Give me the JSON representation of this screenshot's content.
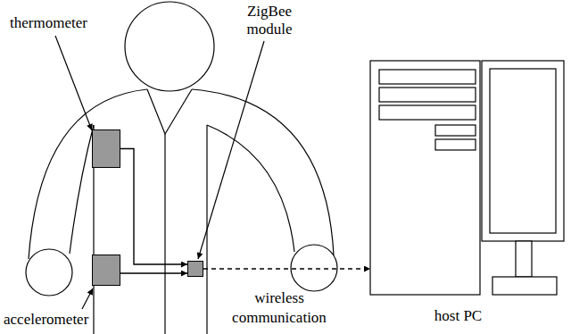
{
  "diagram": {
    "nodes": [
      {
        "text": [
          "thermometer"
        ]
      },
      {
        "text": [
          "accelerometer"
        ]
      },
      {
        "text": [
          "ZigBee module"
        ]
      },
      {
        "text": [
          "host PC"
        ]
      }
    ],
    "edges": [
      {
        "from": 0,
        "to": 2,
        "arrow": "to"
      },
      {
        "from": 1,
        "to": 2,
        "arrow": "to"
      },
      {
        "from": 2,
        "to": 3,
        "label": "wireless communication",
        "arrow": "to"
      }
    ]
  }
}
